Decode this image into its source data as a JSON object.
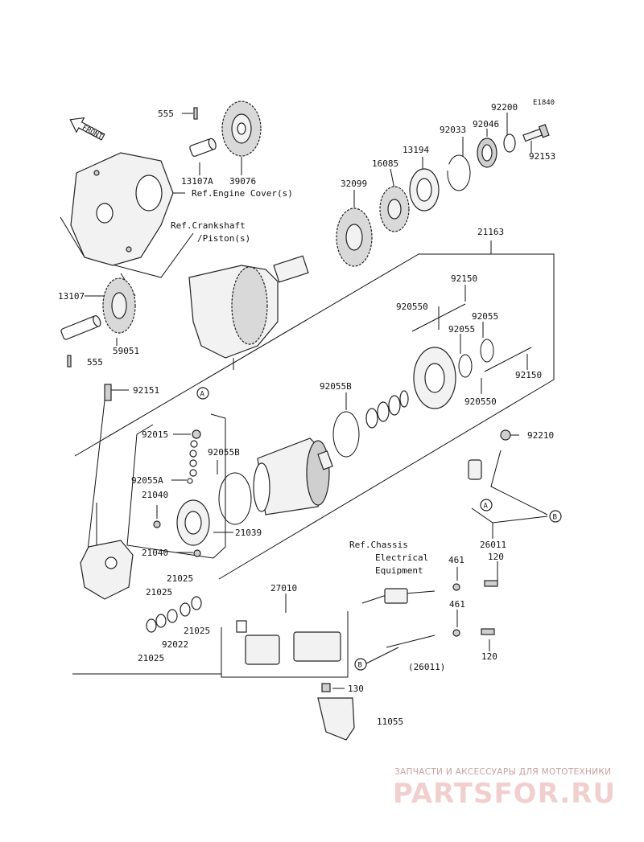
{
  "diagram_code": "E1840",
  "front_label": "FRONT",
  "refs": {
    "engine_cover": "Ref.Engine Cover(s)",
    "crankshaft_line1": "Ref.Crankshaft",
    "crankshaft_line2": "/Piston(s)",
    "chassis_line1": "Ref.Chassis",
    "chassis_line2": "Electrical",
    "chassis_line3": "Equipment"
  },
  "callouts": {
    "A": "A",
    "B": "B"
  },
  "parts": {
    "p555_top": "555",
    "p13107A": "13107A",
    "p39076": "39076",
    "p92200": "92200",
    "p92033": "92033",
    "p92046": "92046",
    "p13194": "13194",
    "p92153": "92153",
    "p16085": "16085",
    "p32099": "32099",
    "p21163": "21163",
    "p13107": "13107",
    "p59051": "59051",
    "p555_bottom": "555",
    "p92150_top": "92150",
    "p920550_top": "920550",
    "p92055_a": "92055",
    "p92055_b": "92055",
    "p92150_right": "92150",
    "p920550_mid": "920550",
    "p92151": "92151",
    "p92055B_top": "92055B",
    "p92210": "92210",
    "p92015": "92015",
    "p92055B_mid": "92055B",
    "p92055A": "92055A",
    "p21040_top": "21040",
    "p21039": "21039",
    "p21040_bottom": "21040",
    "p26011": "26011",
    "p461_top": "461",
    "p120_top": "120",
    "p27010": "27010",
    "p21025_a": "21025",
    "p21025_b": "21025",
    "p21025_c": "21025",
    "p92022": "92022",
    "p21025_d": "21025",
    "p461_bottom": "461",
    "p120_bottom": "120",
    "p26011_paren": "(26011)",
    "p130": "130",
    "p11055": "11055"
  },
  "watermark": {
    "tagline": "ЗАПЧАСТИ И АКСЕССУАРЫ ДЛЯ МОТОТЕХНИКИ",
    "logo": "PARTSFOR.RU"
  }
}
